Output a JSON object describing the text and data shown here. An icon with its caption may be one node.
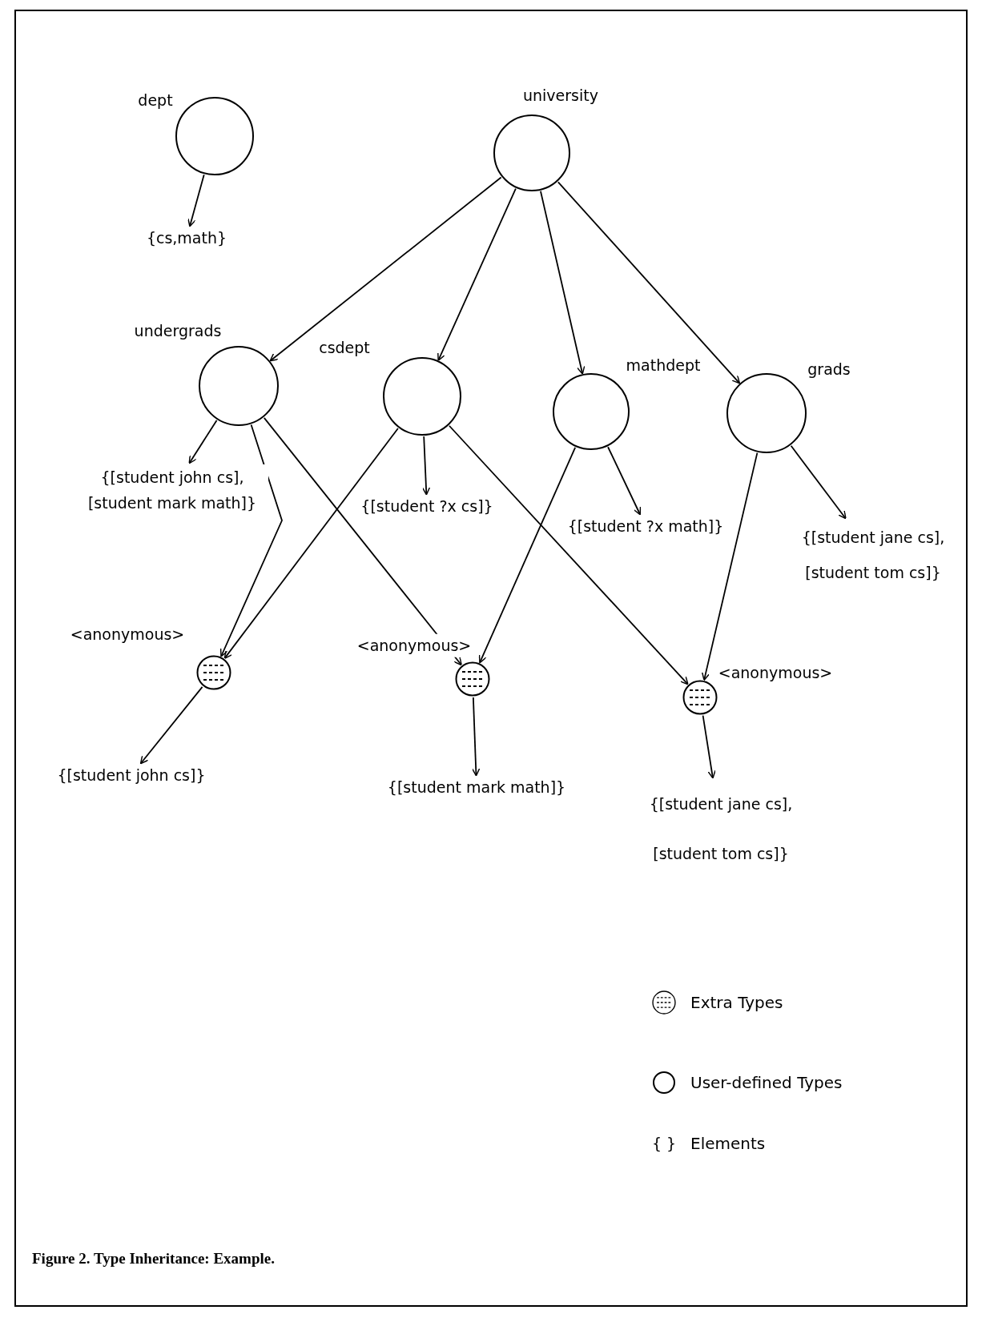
{
  "diagram": {
    "caption": "Figure 2. Type Inheritance: Example.",
    "nodes": [
      {
        "text": [
          "dept"
        ]
      },
      {
        "text": [
          "{cs,math}"
        ]
      },
      {
        "text": [
          "university"
        ]
      },
      {
        "text": [
          "undergrads"
        ]
      },
      {
        "text": [
          "csdept"
        ]
      },
      {
        "text": [
          "mathdept"
        ]
      },
      {
        "text": [
          "grads"
        ]
      },
      {
        "text": [
          "{[student john cs], [student mark math]}"
        ]
      },
      {
        "text": [
          "{[student ?x cs]}"
        ]
      },
      {
        "text": [
          "{[student ?x math]}"
        ]
      },
      {
        "text": [
          "{[student jane cs], [student tom cs]}"
        ]
      },
      {
        "text": [
          "<anonymous>"
        ]
      },
      {
        "text": [
          "<anonymous>"
        ]
      },
      {
        "text": [
          "<anonymous>"
        ]
      },
      {
        "text": [
          "{[student john cs]}"
        ]
      },
      {
        "text": [
          "{[student mark math]}"
        ]
      },
      {
        "text": [
          "{[student jane cs], [student tom cs]}"
        ]
      }
    ],
    "edges": [
      {
        "from": 0,
        "to": 1,
        "arrow": "to"
      },
      {
        "from": 2,
        "to": 3,
        "arrow": "to"
      },
      {
        "from": 2,
        "to": 4,
        "arrow": "to"
      },
      {
        "from": 2,
        "to": 5,
        "arrow": "to"
      },
      {
        "from": 2,
        "to": 6,
        "arrow": "to"
      },
      {
        "from": 3,
        "to": 7,
        "arrow": "to"
      },
      {
        "from": 4,
        "to": 8,
        "arrow": "to"
      },
      {
        "from": 5,
        "to": 9,
        "arrow": "to"
      },
      {
        "from": 6,
        "to": 10,
        "arrow": "to"
      },
      {
        "from": 3,
        "to": 11,
        "arrow": "to"
      },
      {
        "from": 4,
        "to": 11,
        "arrow": "to"
      },
      {
        "from": 3,
        "to": 12,
        "arrow": "to"
      },
      {
        "from": 5,
        "to": 12,
        "arrow": "to"
      },
      {
        "from": 4,
        "to": 13,
        "arrow": "to"
      },
      {
        "from": 6,
        "to": 13,
        "arrow": "to"
      },
      {
        "from": 11,
        "to": 14,
        "arrow": "to"
      },
      {
        "from": 12,
        "to": 15,
        "arrow": "to"
      },
      {
        "from": 13,
        "to": 16,
        "arrow": "to"
      }
    ],
    "labels": [
      "{ }"
    ],
    "legend": [
      {
        "text": "Extra Types"
      },
      {
        "text": "User-defined Types"
      },
      {
        "text": "Elements"
      }
    ]
  }
}
